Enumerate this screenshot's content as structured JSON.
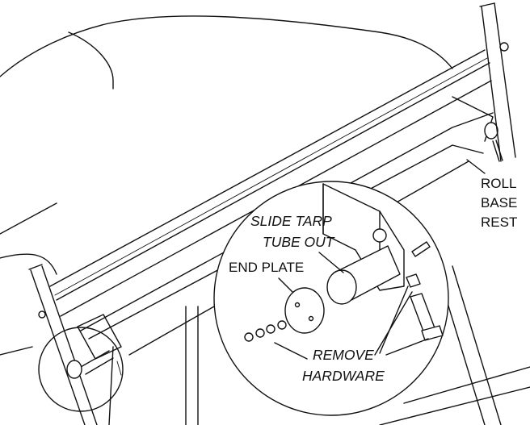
{
  "labels": {
    "roll_base_rest": [
      "ROLL",
      "BASE",
      "REST"
    ],
    "slide_tarp_tube_out": [
      "SLIDE TARP",
      "TUBE OUT"
    ],
    "end_plate": "END PLATE",
    "remove_hardware": [
      "REMOVE",
      "HARDWARE"
    ]
  },
  "colors": {
    "line": "#111111",
    "background": "#ffffff"
  }
}
